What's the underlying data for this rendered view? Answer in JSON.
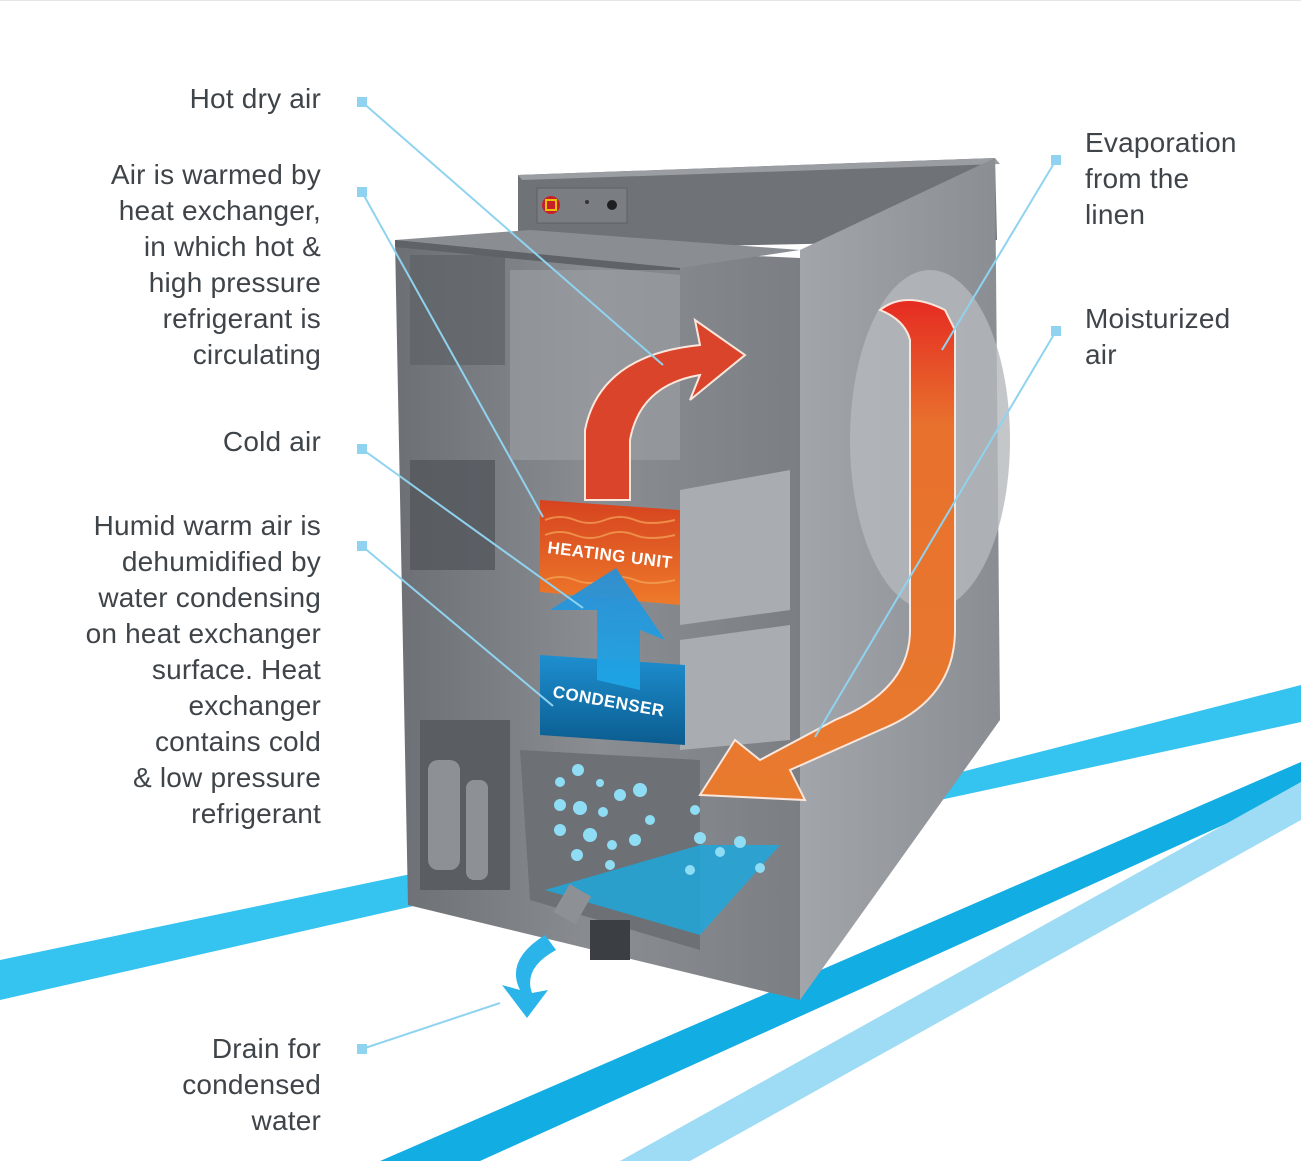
{
  "diagram": {
    "title": "Heat pump dryer air and water flow",
    "labels_left": [
      {
        "id": "hot-dry-air",
        "text": "Hot dry air"
      },
      {
        "id": "air-warmed",
        "text": "Air is warmed by\nheat exchanger,\nin which hot &\nhigh pressure\nrefrigerant is\ncirculating"
      },
      {
        "id": "cold-air",
        "text": "Cold air"
      },
      {
        "id": "humid-warm-air",
        "text": "Humid warm air is\ndehumidified by\nwater condensing\non heat exchanger\nsurface. Heat\nexchanger\ncontains cold\n& low pressure\nrefrigerant"
      },
      {
        "id": "drain",
        "text": "Drain for\ncondensed\nwater"
      }
    ],
    "labels_right": [
      {
        "id": "evaporation",
        "text": "Evaporation\nfrom the\nlinen"
      },
      {
        "id": "moisturized-air",
        "text": "Moisturized\nair"
      }
    ],
    "components": {
      "heating_unit": "HEATING UNIT",
      "condenser": "CONDENSER"
    },
    "colors": {
      "text": "#3f4449",
      "leader": "#8fd3f0",
      "stripe_cyan": "#35c3f0",
      "stripe_blue": "#12ade2",
      "stripe_light": "#9edcf5",
      "hot_arrow": "#d9442a",
      "warm_arrow": "#e87a2e",
      "cold_arrow": "#2a9fdc",
      "machine": "#7b7f84"
    }
  }
}
